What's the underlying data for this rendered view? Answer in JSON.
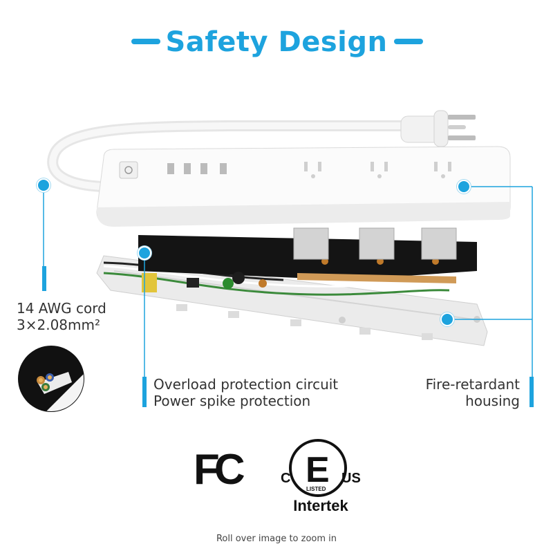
{
  "header": {
    "title": "Safety Design"
  },
  "callouts": {
    "cord_line1": "14 AWG cord",
    "cord_line2": "3×2.08mm²",
    "circuit_line1": "Overload protection circuit",
    "circuit_line2": "Power spike protection",
    "housing_line1": "Fire-retardant",
    "housing_line2": "housing"
  },
  "certifications": {
    "fcc": "FC",
    "etl_left": "C",
    "etl_right": "US",
    "etl_sub": "LISTED",
    "etl_brand": "Intertek"
  },
  "footer": {
    "zoom_hint": "Roll over image to zoom in"
  },
  "colors": {
    "accent": "#1da3de",
    "text": "#333333"
  }
}
